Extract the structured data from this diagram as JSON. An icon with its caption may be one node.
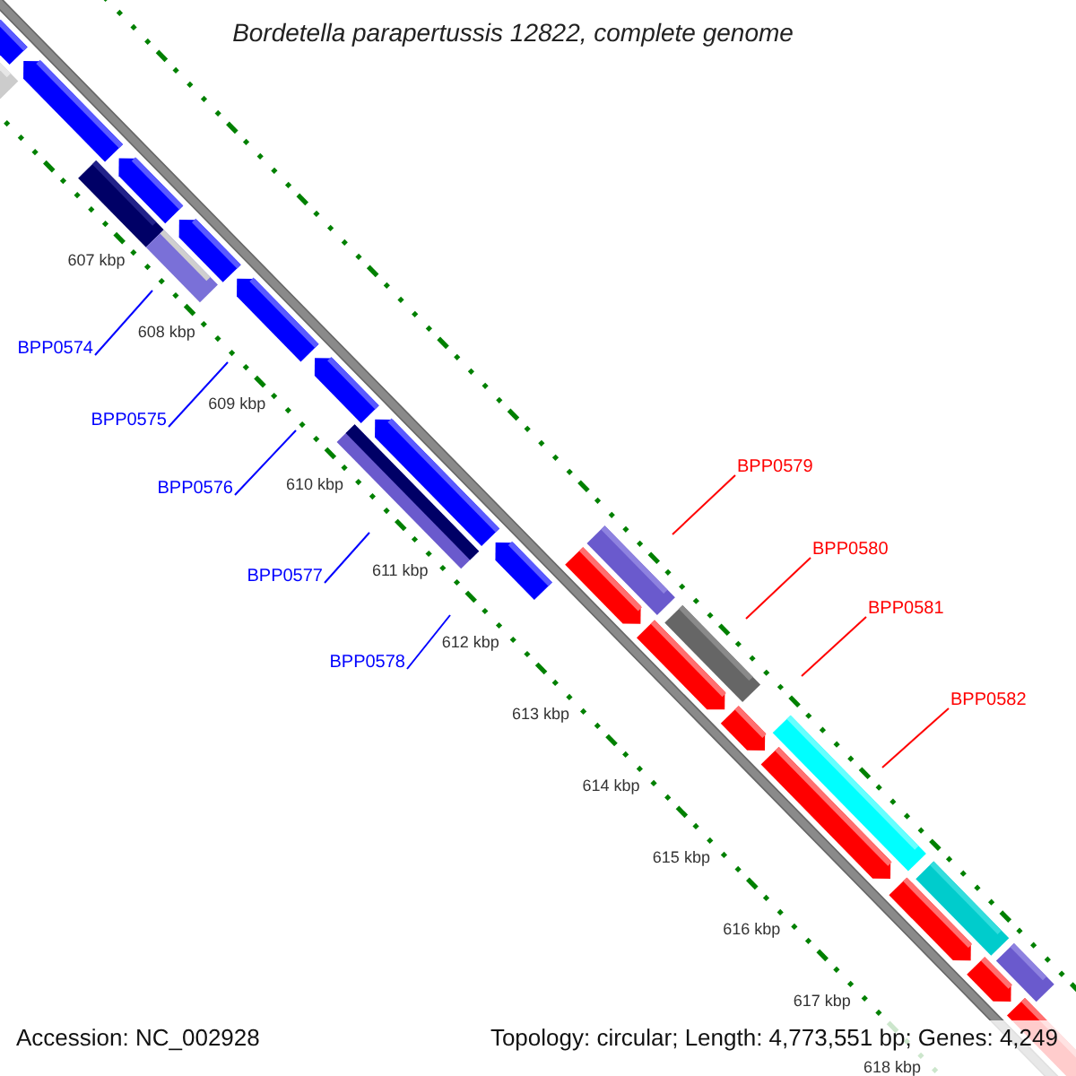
{
  "diagram": {
    "title": "Bordetella parapertussis 12822, complete genome",
    "nodes": [
      {
        "text": [
          "BPP0574"
        ]
      },
      {
        "text": [
          "BPP0575"
        ]
      },
      {
        "text": [
          "BPP0579"
        ]
      },
      {
        "text": [
          "BPP0576"
        ]
      },
      {
        "text": [
          "BPP0580"
        ]
      },
      {
        "text": [
          "BPP0577"
        ]
      },
      {
        "text": [
          "BPP0581"
        ]
      },
      {
        "text": [
          "BPP0578"
        ]
      },
      {
        "text": [
          "BPP0582"
        ]
      }
    ],
    "edges": [
      {
        "from": 0,
        "to": null,
        "arrow": "none"
      },
      {
        "from": 1,
        "to": null,
        "arrow": "none"
      },
      {
        "from": 2,
        "to": null,
        "arrow": "none",
        "color": "#ff0000"
      },
      {
        "from": 3,
        "to": null,
        "arrow": "none"
      },
      {
        "from": 4,
        "to": null,
        "arrow": "none",
        "color": "#ff0000"
      },
      {
        "from": 5,
        "to": null,
        "arrow": "none"
      },
      {
        "from": 6,
        "to": null,
        "arrow": "none",
        "color": "#ff0000"
      },
      {
        "from": 7,
        "to": null,
        "arrow": "none"
      },
      {
        "from": 8,
        "to": null,
        "arrow": "none",
        "color": "#ff0000"
      }
    ],
    "labels": [
      "607 kbp",
      "608 kbp",
      "609 kbp",
      "610 kbp",
      "611 kbp",
      "612 kbp",
      "613 kbp",
      "614 kbp",
      "615 kbp",
      "616 kbp",
      "617 kbp",
      "618 kbp",
      "Accession: NC_002928",
      "Topology: circular; Length: 4,773,551 bp; Genes: 4,249"
    ]
  }
}
